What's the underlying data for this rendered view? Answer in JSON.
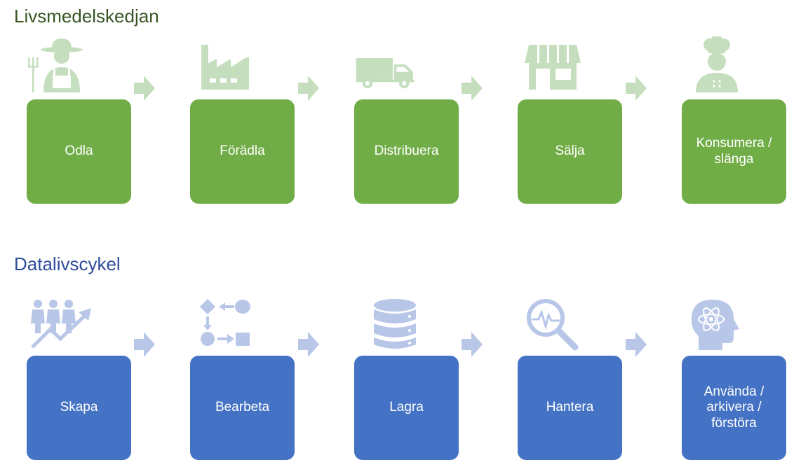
{
  "food_chain": {
    "title": "Livsmedelskedjan",
    "steps": [
      "Odla",
      "Förädla",
      "Distribuera",
      "Sälja",
      "Konsumera /\nslänga"
    ],
    "icons": [
      "farmer-icon",
      "factory-icon",
      "truck-icon",
      "store-icon",
      "chef-icon"
    ]
  },
  "data_lifecycle": {
    "title": "Datalivscykel",
    "steps": [
      "Skapa",
      "Bearbeta",
      "Lagra",
      "Hantera",
      "Använda /\narkivera /\nförstöra"
    ],
    "icons": [
      "people-growth-icon",
      "process-flow-icon",
      "database-icon",
      "analytics-magnifier-icon",
      "head-atom-icon"
    ]
  },
  "colors": {
    "food_box": "#70ad47",
    "food_icon": "#c5dfbe",
    "data_box": "#4472c4",
    "data_icon": "#b8c6e8",
    "food_title": "#375623",
    "data_title": "#2f4d9a"
  }
}
